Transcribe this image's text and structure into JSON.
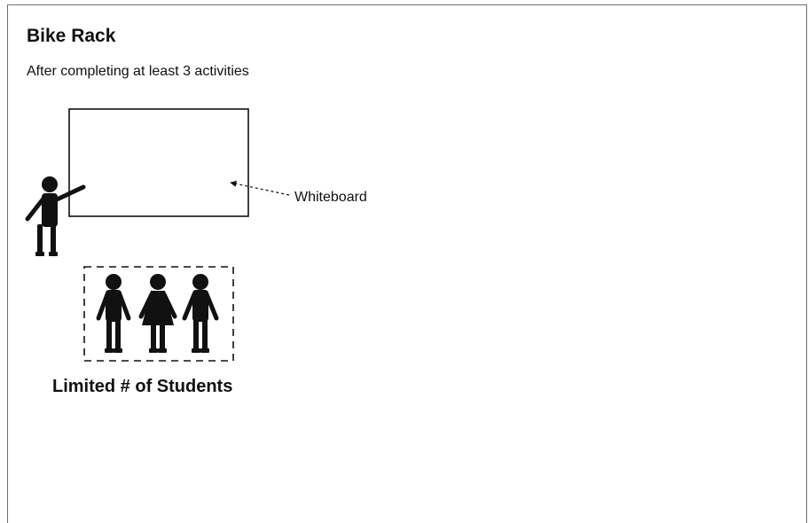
{
  "diagram": {
    "title": "Bike Rack",
    "subtitle": "After completing at least 3 activities",
    "whiteboard_label": "Whiteboard",
    "group_label": "Limited # of Students",
    "colors": {
      "ink": "#111111",
      "border": "#6f6f6f",
      "background": "#ffffff"
    },
    "icons": [
      "teacher-figure-icon",
      "student-figure-icon",
      "student-figure-dress-icon"
    ]
  }
}
